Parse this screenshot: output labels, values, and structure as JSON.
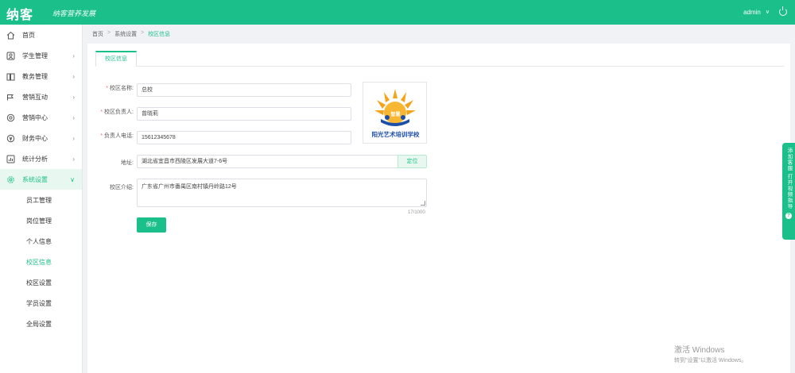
{
  "header": {
    "logo": "纳客",
    "slogan": "纳客营养发展",
    "user": "admin",
    "chevron": "∨"
  },
  "sidebar": {
    "items": [
      {
        "label": "首页",
        "icon": "home-icon",
        "arrow": ""
      },
      {
        "label": "学生管理",
        "icon": "student-icon",
        "arrow": "›"
      },
      {
        "label": "教务管理",
        "icon": "book-icon",
        "arrow": "›"
      },
      {
        "label": "营销互动",
        "icon": "marketing-icon",
        "arrow": "›"
      },
      {
        "label": "营销中心",
        "icon": "target-icon",
        "arrow": "›"
      },
      {
        "label": "财务中心",
        "icon": "finance-icon",
        "arrow": "›"
      },
      {
        "label": "统计分析",
        "icon": "chart-icon",
        "arrow": "›"
      },
      {
        "label": "系统设置",
        "icon": "gear-icon",
        "arrow": "∨"
      }
    ],
    "sub_items": [
      {
        "label": "员工管理"
      },
      {
        "label": "岗位管理"
      },
      {
        "label": "个人信息"
      },
      {
        "label": "校区信息"
      },
      {
        "label": "校区设置"
      },
      {
        "label": "学员设置"
      },
      {
        "label": "全局设置"
      }
    ]
  },
  "breadcrumb": {
    "home": "首页",
    "sep": ">",
    "parent": "系统设置",
    "current": "校区信息"
  },
  "tab": {
    "label": "校区信息"
  },
  "form": {
    "name_label": "校区名称:",
    "name_value": "总校",
    "owner_label": "校区负责人:",
    "owner_value": "曾晓莉",
    "phone_label": "负责人电话:",
    "phone_value": "15612345678",
    "address_label": "地址:",
    "address_value": "湖北省宜昌市西陵区发展大道7-6号",
    "address_button": "定位",
    "intro_label": "校区介绍:",
    "intro_value": "广东省广州市番禺区南村镇丹岭路12号",
    "counter": "17/1000",
    "required_mark": "*",
    "save_label": "保存"
  },
  "logo_image": {
    "caption": "阳光艺术培训学校",
    "badge": "智慧"
  },
  "float_helper": {
    "text": "添加客服 打开视频指导",
    "dot": "?"
  },
  "watermark": {
    "line1": "激活 Windows",
    "line2": "转到\"设置\"以激活 Windows。"
  },
  "colors": {
    "accent": "#1bbf8a",
    "required": "#f56c6c"
  }
}
